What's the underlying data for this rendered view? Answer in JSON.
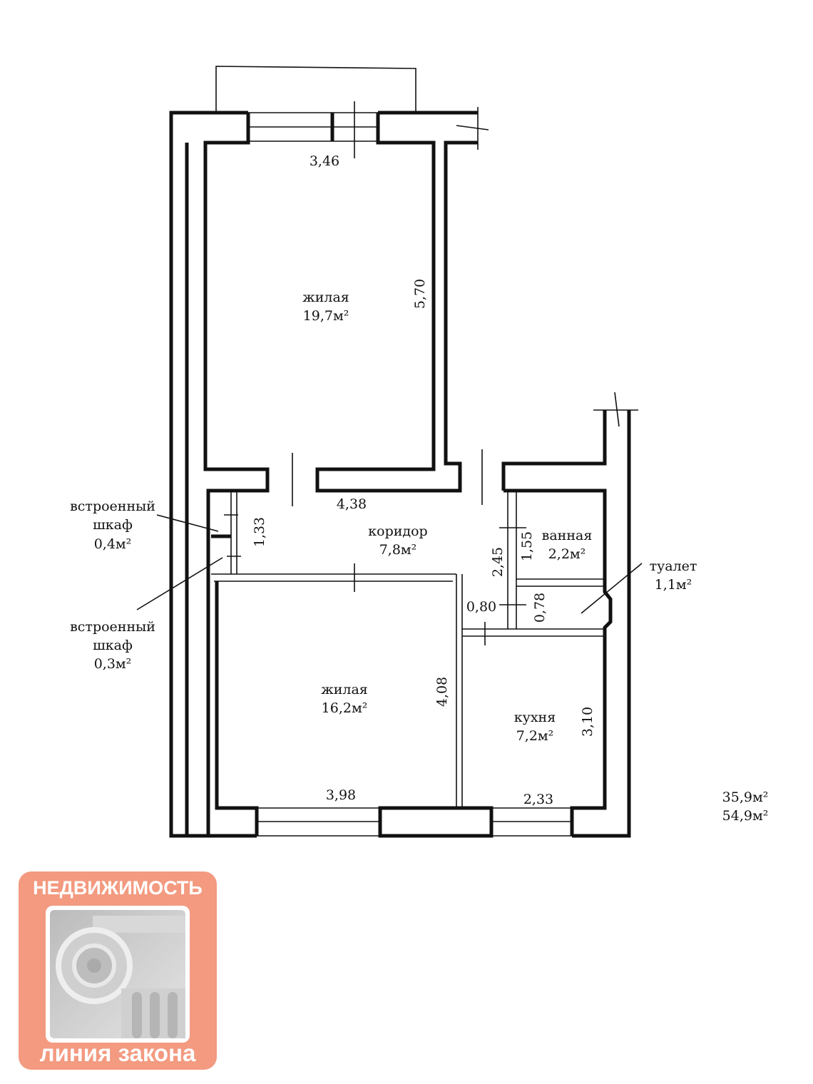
{
  "rooms": [
    {
      "name": "жилая",
      "area": "19,7м²"
    },
    {
      "name": "коридор",
      "area": "7,8м²"
    },
    {
      "name": "ванная",
      "area": "2,2м²"
    },
    {
      "name": "туалет",
      "area": "1,1м²"
    },
    {
      "name": "жилая",
      "area": "16,2м²"
    },
    {
      "name": "кухня",
      "area": "7,2м²"
    }
  ],
  "closets": [
    {
      "line1": "встроенный",
      "line2": "шкаф",
      "area": "0,4м²"
    },
    {
      "line1": "встроенный",
      "line2": "шкаф",
      "area": "0,3м²"
    }
  ],
  "dimensions": {
    "room1_width": "3,46",
    "room1_length": "5,70",
    "corridor_length": "4,38",
    "closet_width": "1,33",
    "corridor_width": "2,45",
    "bath_length": "1,55",
    "toilet_door": "0,80",
    "toilet_length": "0,78",
    "room2_length": "4,08",
    "room2_width": "3,98",
    "kitchen_length": "3,10",
    "kitchen_width": "2,33"
  },
  "totals": {
    "living": "35,9м²",
    "total": "54,9м²"
  },
  "logo": {
    "top_text": "НЕДВИЖИМОСТЬ",
    "bottom_text": "линия закона",
    "accent": "#f39a80"
  }
}
